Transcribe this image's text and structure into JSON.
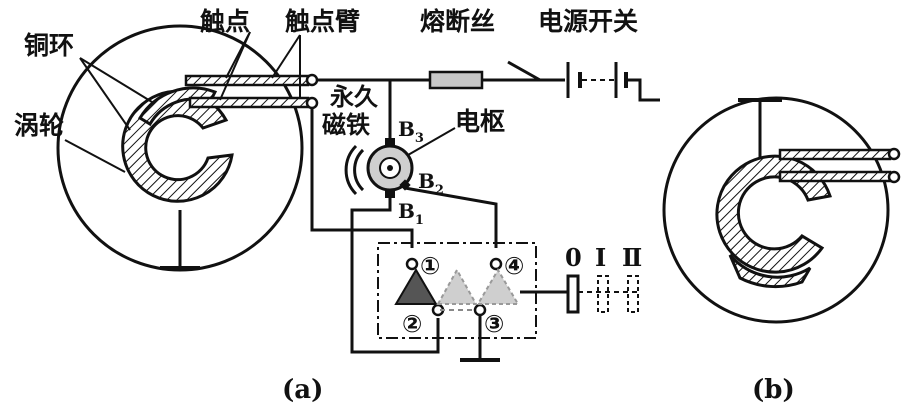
{
  "diagram_a": {
    "labels": {
      "contact": "触点",
      "contact_arm": "触点臂",
      "copper_ring": "铜环",
      "worm_wheel": "涡轮",
      "fuse": "熔断丝",
      "power_switch": "电源开关",
      "permanent_magnet_line1": "永久",
      "permanent_magnet_line2": "磁铁",
      "armature": "电枢",
      "brush_b3": "B",
      "brush_b3_sub": "3",
      "brush_b2": "B",
      "brush_b2_sub": "2",
      "brush_b1": "B",
      "brush_b1_sub": "1"
    },
    "switch_terminals": [
      "①",
      "②",
      "③",
      "④"
    ],
    "switch_positions": [
      "0",
      "Ⅰ",
      "Ⅱ"
    ],
    "caption": "(a)"
  },
  "diagram_b": {
    "caption": "(b)"
  }
}
